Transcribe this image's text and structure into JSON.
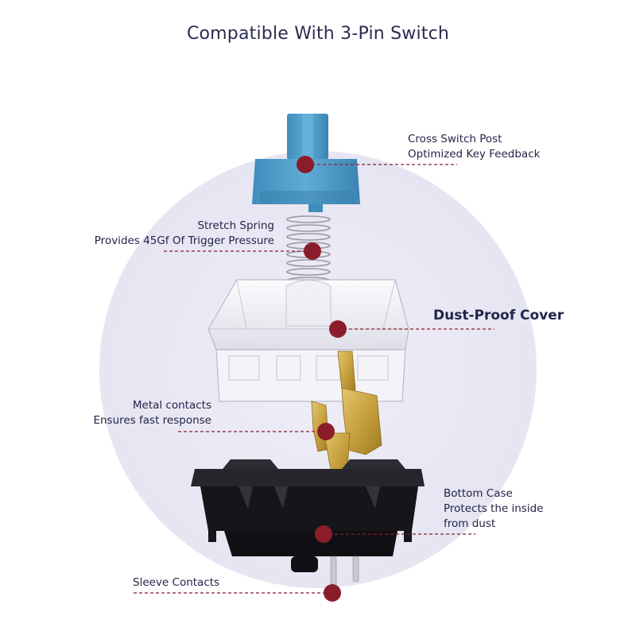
{
  "title": "Compatible With 3-Pin Switch",
  "callouts": {
    "cross_post": {
      "line1": "Cross Switch Post",
      "line2": "Optimized Key Feedback"
    },
    "spring": {
      "line1": "Stretch Spring",
      "line2": "Provides 45Gf Of Trigger Pressure"
    },
    "cover": {
      "line1": "Dust-Proof Cover"
    },
    "metal": {
      "line1": "Metal contacts",
      "line2": "Ensures fast response"
    },
    "bottom": {
      "line1": "Bottom Case",
      "line2": "Protects the inside",
      "line3": "from dust"
    },
    "sleeve": {
      "line1": "Sleeve Contacts"
    }
  },
  "colors": {
    "stem": "#4f9fca",
    "marker": "#8b1c2a",
    "halo": "#e9e8f4",
    "text": "#23244a",
    "gold": "#c9a441",
    "case": "#15151a"
  }
}
